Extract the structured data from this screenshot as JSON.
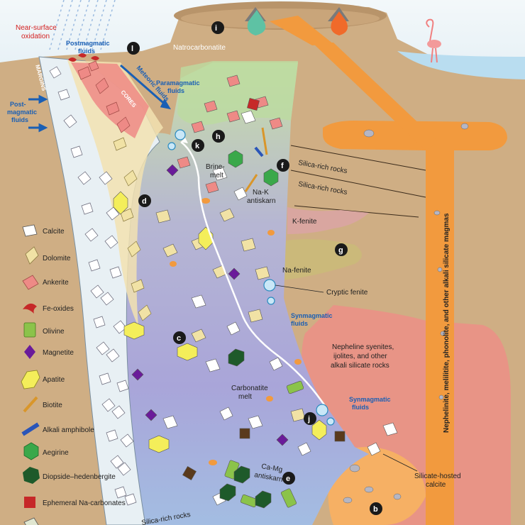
{
  "labels": {
    "near_surface_oxidation": [
      "Near-surface",
      "oxidation"
    ],
    "postmagmatic_fluids_top": [
      "Postmagmatic",
      "fluids"
    ],
    "margins": "MARGINS",
    "postmagmatic_fluids_left": [
      "Post-",
      "magmatic",
      "fluids"
    ],
    "meteoric_fluids": "Meteoric fluids",
    "cores": "CORES",
    "paramagmatic_fluids": [
      "Paramagmatic",
      "fluids"
    ],
    "natrocarbonatite": "Natrocarbonatite",
    "brine_melt": [
      "Brine-",
      "melt"
    ],
    "nak_antiskarn": [
      "Na-K",
      "antiskarn"
    ],
    "silica_rich_1": "Silica-rich rocks",
    "silica_rich_2": "Silica-rich rocks",
    "k_fenite": "K-fenite",
    "na_fenite": "Na-fenite",
    "cryptic_fenite": "Cryptic fenite",
    "synmagmatic_fluids_1": [
      "Synmagmatic",
      "fluids"
    ],
    "nepheline_syenites": [
      "Nepheline syenites,",
      "ijolites, and other",
      "alkali silicate rocks"
    ],
    "carbonatite_melt": [
      "Carbonatite",
      "melt"
    ],
    "synmagmatic_fluids_2": [
      "Synmagmatic",
      "fluids"
    ],
    "camg_antiskarn": [
      "Ca-Mg",
      "antiskarn"
    ],
    "silicate_hosted_calcite": [
      "Silicate-hosted",
      "calcite"
    ],
    "dyke_label": "Nephelinite, melilitite, phonolite, and other alkali silicate magmas",
    "silica_rich_bottom": "Silica-rich rocks"
  },
  "badges": [
    "i",
    "l",
    "k",
    "h",
    "f",
    "d",
    "g",
    "c",
    "j",
    "e",
    "b"
  ],
  "legend": [
    {
      "label": "Calcite",
      "icon": "calcite-icon",
      "color": "#ffffff"
    },
    {
      "label": "Dolomite",
      "icon": "dolomite-icon",
      "color": "#f1e2a5"
    },
    {
      "label": "Ankerite",
      "icon": "ankerite-icon",
      "color": "#ee8a86"
    },
    {
      "label": "Fe-oxides",
      "icon": "fe-oxides-icon",
      "color": "#c62828"
    },
    {
      "label": "Olivine",
      "icon": "olivine-icon",
      "color": "#8bc34a"
    },
    {
      "label": "Magnetite",
      "icon": "magnetite-icon",
      "color": "#6a1b9a"
    },
    {
      "label": "Apatite",
      "icon": "apatite-icon",
      "color": "#f4ee5a"
    },
    {
      "label": "Biotite",
      "icon": "biotite-icon",
      "color": "#d9962a"
    },
    {
      "label": "Alkali amphibole",
      "icon": "alkali-amphibole-icon",
      "color": "#2a55b8"
    },
    {
      "label": "Aegirine",
      "icon": "aegirine-icon",
      "color": "#3aa84a"
    },
    {
      "label": "Diopside–hedenbergite",
      "icon": "diopside-hedenbergite-icon",
      "color": "#1e5a2a"
    },
    {
      "label": "Ephemeral Na-carbonates",
      "icon": "ephemeral-na-carbonates-icon",
      "color": "#c62828"
    }
  ],
  "colors": {
    "sky": "#eef7fb",
    "host_rock": "#cfae84",
    "carbonatite_top": "#bfd9a3",
    "carbonatite_mid": "#b3a3d1",
    "carbonatite_bottom": "#a6b9e0",
    "silicate_magma": "#f29a3e",
    "nepheline_rocks": "#e89486",
    "lake": "#b9ddf0"
  }
}
